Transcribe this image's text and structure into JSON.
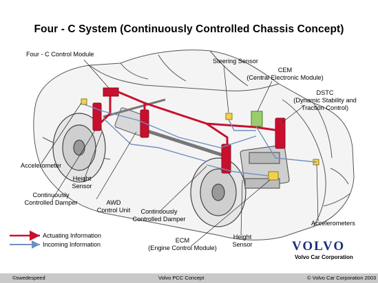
{
  "title": "Four - C System (Continuously Controlled Chassis Concept)",
  "labels": {
    "four_c_module": "Four - C Control Module",
    "steering_sensor": "Steering Sensor",
    "cem_1": "CEM",
    "cem_2": "(Central Electronic Module)",
    "dstc_1": "DSTC",
    "dstc_2": "(Dynamic Stability and",
    "dstc_3": "Traction Control)",
    "accel_left": "Accelerometer",
    "height_1": "Height",
    "height_2": "Sensor",
    "damper_l_1": "Continuously",
    "damper_l_2": "Controlled Damper",
    "awd_1": "AWD",
    "awd_2": "Control Unit",
    "damper_m_1": "Continuously",
    "damper_m_2": "Controlled Damper",
    "ecm_1": "ECM",
    "ecm_2": "(Engine Control Module)",
    "height_r_1": "Height",
    "height_r_2": "Sensor",
    "accel_right": "Accelerometers"
  },
  "legend": {
    "actuating": "Actuating Information",
    "incoming": "Incoming Information",
    "actuating_color": "#c8102e",
    "incoming_color": "#6f8fbf"
  },
  "brand": {
    "logo": "VOLVO",
    "corporation": "Volvo Car Corporation"
  },
  "footer": {
    "left": "©swedespeed",
    "center": "Volvo PCC Concept",
    "right": "© Volvo Car Corporation 2003"
  }
}
